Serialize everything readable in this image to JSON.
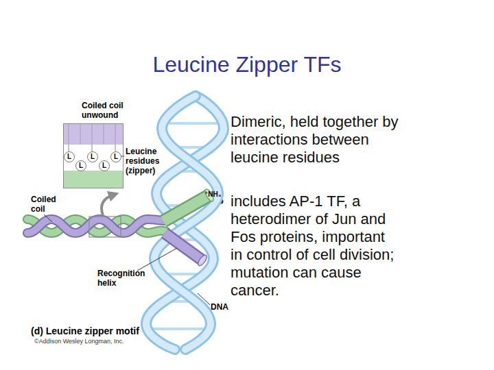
{
  "diagram": {
    "title": "Leucine Zipper TFs",
    "caption": "(d) Leucine zipper motif",
    "nodes": [
      {
        "text": [
          "Coiled coil unwound"
        ]
      },
      {
        "text": [
          "L"
        ],
        "in": 0
      },
      {
        "text": [
          "L"
        ],
        "in": 0
      },
      {
        "text": [
          "L"
        ],
        "in": 0
      },
      {
        "text": [
          "L"
        ],
        "in": 0
      },
      {
        "text": [
          "L"
        ],
        "in": 0
      }
    ],
    "labels": [
      "Dimeric, held together by interactions between leucine residues",
      "includes AP-1 TF, a heterodimer of Jun and Fos proteins, important in control of cell division; mutation can cause cancer.",
      "Leucine residues (zipper)",
      "Coiled coil",
      "⁺NH₃",
      "Recognition helix",
      "DNA",
      "©Addison Wesley Longman, Inc."
    ]
  }
}
